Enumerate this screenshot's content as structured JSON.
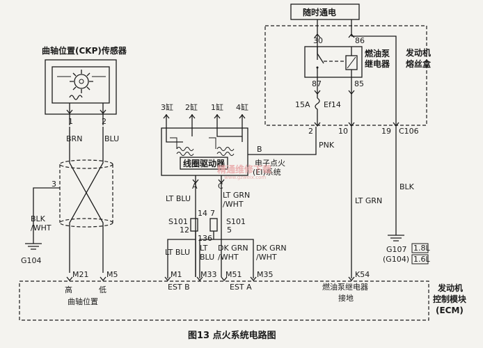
{
  "ckp_sensor": {
    "title": "曲轴位置(CKP)传感器",
    "pin1": "1",
    "pin2": "2",
    "wire1": "BRN",
    "wire2": "BLU"
  },
  "shield": {
    "pin": "3",
    "wire_line1": "BLK",
    "wire_line2": "/WHT",
    "ground": "G104"
  },
  "cylinders": [
    "3缸",
    "2缸",
    "1缸",
    "4缸"
  ],
  "coil_driver": {
    "label": "线圈驱动器",
    "term_b": "B",
    "term_a": "A",
    "term_c": "C"
  },
  "ei_system": {
    "line1": "电子点火",
    "line2": "(EI)系统"
  },
  "power": {
    "label": "随时通电"
  },
  "relay": {
    "line1": "燃油泵",
    "line2": "继电器",
    "pin30": "30",
    "pin86": "86",
    "pin87": "87",
    "pin85": "85"
  },
  "fuse_box": {
    "line1": "发动机",
    "line2": "熔丝盒",
    "fuse_rating": "15A",
    "fuse_name": "Ef14"
  },
  "connector_c106": {
    "pin2": "2",
    "pin10": "10",
    "pin19": "19",
    "name": "C106"
  },
  "wires": {
    "pnk": "PNK",
    "lt_grn": "LT GRN",
    "blk": "BLK",
    "lt_blu_a": "LT BLU",
    "lt_grn_wht_l1": "LT GRN",
    "lt_grn_wht_l2": "/WHT",
    "lt_blu_b": "LT BLU",
    "lt_blu_c_l1": "LT",
    "lt_blu_c_l2": "BLU",
    "dk_grn_l1": "DK GRN",
    "dk_grn_l2": "/WHT",
    "dk_grn2_l1": "DK GRN",
    "dk_grn2_l2": "/WHT"
  },
  "splices": {
    "s101_left": "S101",
    "s101_right": "S101",
    "p14": "14",
    "p12": "12",
    "p13": "13",
    "p7": "7",
    "p5": "5",
    "p6": "6"
  },
  "ground_right": {
    "g107": "G107",
    "g104": "(G104)",
    "tag18": "1.8L",
    "tag16": "1.6L"
  },
  "ecm": {
    "line1": "发动机",
    "line2": "控制模块",
    "line3": "(ECM)",
    "m21": "M21",
    "m5": "M5",
    "m1": "M1",
    "m33": "M33",
    "m51": "M51",
    "m35": "M35",
    "k54": "K54",
    "high": "高",
    "low": "低",
    "ckp": "曲轴位置",
    "est_b": "EST B",
    "est_a": "EST A",
    "fp_line1": "燃油泵继电器",
    "fp_line2": "接地"
  },
  "caption": "图13   点火系统电路图",
  "watermark": {
    "text": "精通维修下载",
    "url": "www.gzweix.com"
  }
}
